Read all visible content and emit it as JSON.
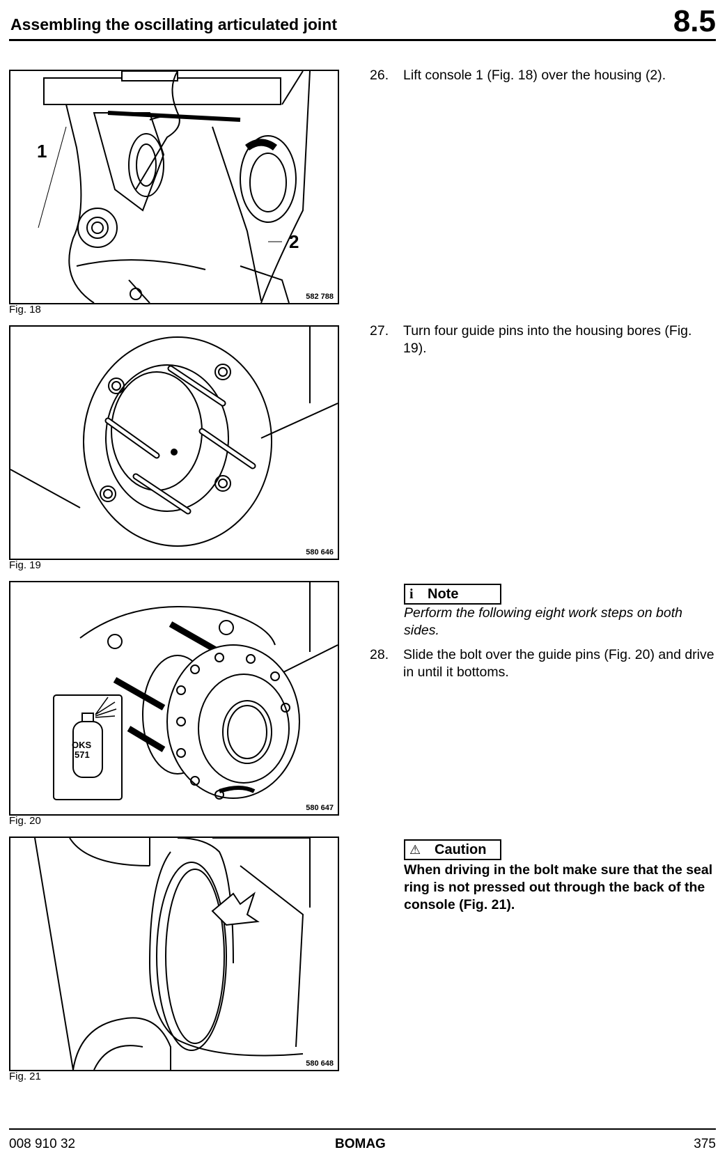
{
  "header": {
    "title": "Assembling the oscillating articulated joint",
    "section": "8.5"
  },
  "figures": [
    {
      "caption": "Fig. 18",
      "code": "582 788",
      "callouts": [
        "1",
        "2"
      ]
    },
    {
      "caption": "Fig. 19",
      "code": "580 646"
    },
    {
      "caption": "Fig. 20",
      "code": "580 647",
      "spray_label": [
        "OKS",
        "571"
      ]
    },
    {
      "caption": "Fig. 21",
      "code": "580 648"
    }
  ],
  "steps": [
    {
      "num": "26.",
      "text": "Lift console 1 (Fig. 18) over the housing (2)."
    },
    {
      "num": "27.",
      "text": "Turn four guide pins into the housing bores (Fig. 19)."
    },
    {
      "num": "28.",
      "text": "Slide the bolt over the guide pins (Fig. 20) and drive in until it bottoms."
    }
  ],
  "note": {
    "icon": "i",
    "label": "Note",
    "text": "Perform the following eight work steps on both sides."
  },
  "caution": {
    "icon": "⚠",
    "label": "Caution",
    "text": "When driving in the bolt make sure that the seal ring is not pressed out through the back of the console (Fig. 21)."
  },
  "footer": {
    "doc_number": "008 910 32",
    "brand": "BOMAG",
    "page": "375"
  }
}
